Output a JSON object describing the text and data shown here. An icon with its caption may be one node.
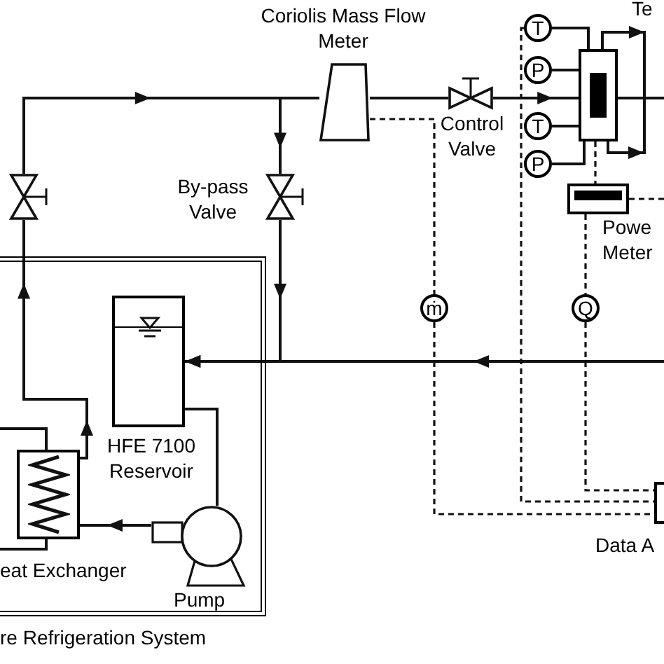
{
  "diagram": {
    "nodes": [
      {
        "text": [],
        "shape": "trapezoid",
        "beside": [
          "Coriolis Mass Flow Meter"
        ]
      },
      {
        "text": [],
        "shape": "valve",
        "beside": [
          "Control Valve"
        ]
      },
      {
        "text": [],
        "shape": "valve",
        "beside": [
          "By-pass Valve"
        ]
      },
      {
        "text": [],
        "shape": "valve"
      },
      {
        "text": [],
        "shape": "box",
        "beside": [
          "Te"
        ]
      },
      {
        "text": [
          "T"
        ]
      },
      {
        "text": [
          "P"
        ]
      },
      {
        "text": [
          "T"
        ]
      },
      {
        "text": [
          "P"
        ]
      },
      {
        "text": [],
        "shape": "box",
        "beside": [
          "Powe Meter"
        ]
      },
      {
        "text": [
          "ṁ"
        ]
      },
      {
        "text": [
          "Q"
        ]
      },
      {
        "text": [],
        "shape": "box",
        "beside": [
          "Data A"
        ]
      },
      {
        "text": [],
        "shape": "box",
        "beside": [
          "re Refrigeration System"
        ]
      },
      {
        "text": [],
        "shape": "box",
        "in": 13,
        "beside": [
          "HFE 7100 Reservoir"
        ]
      },
      {
        "text": [],
        "shape": "box",
        "in": 13,
        "beside": [
          "eat Exchanger"
        ]
      },
      {
        "text": [],
        "shape": "pump",
        "in": 13,
        "beside": [
          "Pump"
        ]
      }
    ],
    "edges": [
      {
        "from": 3,
        "to": 0,
        "arrow": "to"
      },
      {
        "from": 3,
        "to": 2,
        "arrow": "to"
      },
      {
        "from": 2,
        "to": 14,
        "arrow": "to"
      },
      {
        "from": 0,
        "to": 1,
        "arrow": "none"
      },
      {
        "from": 1,
        "to": 4,
        "arrow": "to"
      },
      {
        "from": 4,
        "to": null,
        "arrow": "none"
      },
      {
        "from": null,
        "to": 14,
        "arrow": "to"
      },
      {
        "from": 14,
        "to": 16,
        "arrow": "none"
      },
      {
        "from": 16,
        "to": 15,
        "arrow": "to"
      },
      {
        "from": 4,
        "to": null,
        "arrow": "to"
      },
      {
        "from": 4,
        "to": null,
        "arrow": "to"
      },
      {
        "from": 5,
        "to": 4,
        "arrow": "none"
      },
      {
        "from": 6,
        "to": 4,
        "arrow": "none"
      },
      {
        "from": 7,
        "to": 4,
        "arrow": "none"
      },
      {
        "from": 8,
        "to": 4,
        "arrow": "none"
      },
      {
        "from": 0,
        "to": 10,
        "arrow": "none",
        "style": "dashed"
      },
      {
        "from": 10,
        "to": 12,
        "arrow": "none",
        "style": "dashed"
      },
      {
        "from": 5,
        "to": 12,
        "arrow": "none",
        "style": "dashed"
      },
      {
        "from": 4,
        "to": 9,
        "arrow": "none",
        "style": "dashed"
      },
      {
        "from": 9,
        "to": 11,
        "arrow": "none",
        "style": "dashed"
      },
      {
        "from": 11,
        "to": 12,
        "arrow": "none",
        "style": "dashed"
      },
      {
        "from": 9,
        "to": null,
        "arrow": "none",
        "style": "dashed"
      },
      {
        "from": null,
        "to": 15,
        "arrow": "none"
      },
      {
        "from": 15,
        "to": null,
        "arrow": "none"
      },
      {
        "from": 15,
        "to": 3,
        "arrow": "to"
      }
    ]
  }
}
